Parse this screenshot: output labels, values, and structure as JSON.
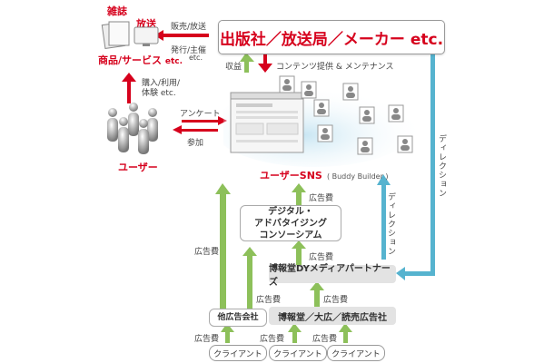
{
  "top_left": {
    "magazine": "雑誌",
    "broadcast": "放送",
    "products": "商品/サービス",
    "products_etc": "etc.",
    "label_sales": "販売/放送",
    "label_issue_1": "発行/主催",
    "label_issue_2": "etc.",
    "label_purchase_1": "購入/利用/",
    "label_purchase_2": "体験 etc."
  },
  "main_box": "出版社／放送局／メーカー etc.",
  "label_revenue": "収益",
  "label_contents": "コンテンツ提供 & メンテナンス",
  "users": {
    "label": "ユーザー",
    "survey": "アンケート",
    "participate": "参加"
  },
  "sns": {
    "name": "ユーザーSNS",
    "sub": "( Buddy Builder )"
  },
  "direction": "ディレクション",
  "ad_fee": "広告費",
  "consortium": [
    "デジタル・",
    "アドバタイジング",
    "コンソーシアム"
  ],
  "dy_partners": "博報堂DYメディアパートナーズ",
  "other_agencies": "他広告会社",
  "hakuhodo_group": "博報堂／大広／読売広告社",
  "client": "クライアント",
  "colors": {
    "red": "#d6001c",
    "green": "#8dc05a",
    "blue": "#56b3cf",
    "gray_box": "#e3e3e3"
  }
}
